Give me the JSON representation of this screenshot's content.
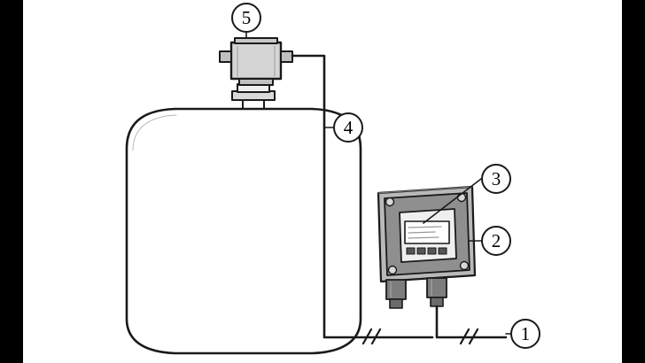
{
  "diagram": {
    "title": "Level measurement installation schematic",
    "background_color": "#000000",
    "drawing_area_color": "#ffffff",
    "line_color": "#1a1a1a",
    "callouts": [
      {
        "id": "callout-5",
        "label": "5",
        "description": "sensor-head-on-tank-nozzle"
      },
      {
        "id": "callout-4",
        "label": "4",
        "description": "signal-cable-between-sensor-and-transmitter"
      },
      {
        "id": "callout-3",
        "label": "3",
        "description": "transmitter-display"
      },
      {
        "id": "callout-2",
        "label": "2",
        "description": "transmitter-housing"
      },
      {
        "id": "callout-1",
        "label": "1",
        "description": "power-supply-wiring"
      }
    ],
    "components": {
      "tank": "vessel",
      "sensor": "level-sensor-head",
      "transmitter": "field-transmitter-enclosure",
      "display": "lcd-display",
      "keypad": "keypad-buttons",
      "cable_glands": "cable-glands",
      "cable_break_marks": "cable-break-slashes"
    }
  }
}
